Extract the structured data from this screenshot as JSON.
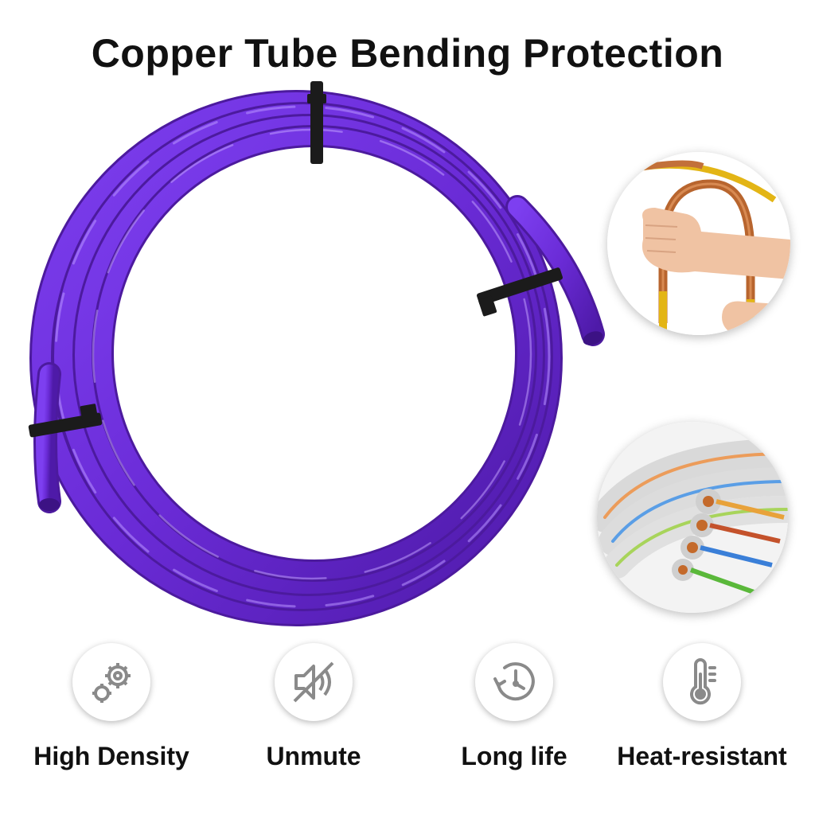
{
  "title": "Copper Tube Bending Protection",
  "product": {
    "name": "purple-tube-coil",
    "tube_color": "#6a2bd6",
    "tie_color": "#1b1b1b"
  },
  "insets": [
    {
      "name": "hand-bending-copper-pipe"
    },
    {
      "name": "insulated-copper-pipes"
    }
  ],
  "features": [
    {
      "label": "High Density",
      "icon": "gears-icon"
    },
    {
      "label": "Unmute",
      "icon": "sound-mute-icon"
    },
    {
      "label": "Long life",
      "icon": "clock-icon"
    },
    {
      "label": "Heat-resistant",
      "icon": "thermometer-icon"
    }
  ],
  "colors": {
    "icon_gray": "#8a8a8a",
    "text": "#111111"
  }
}
